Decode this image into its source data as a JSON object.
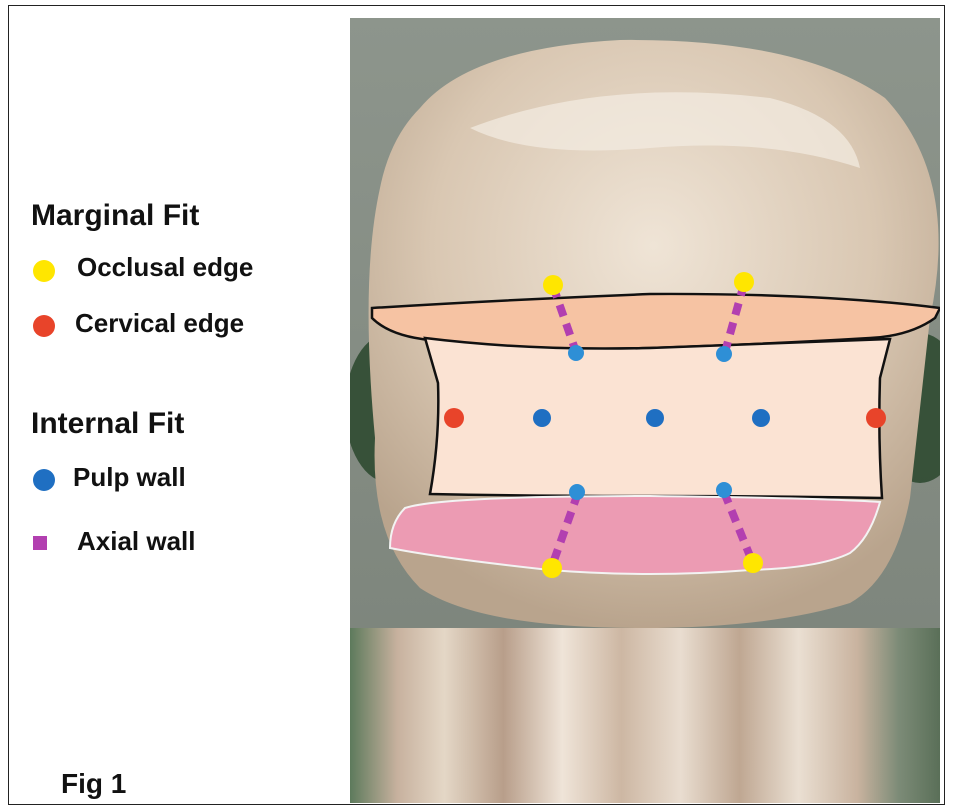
{
  "legend": {
    "marginal_heading": "Marginal  Fit",
    "occlusal_label": "Occlusal edge",
    "cervical_label": "Cervical edge",
    "internal_heading": "Internal Fit",
    "pulp_label": "Pulp wall",
    "axial_label": "Axial wall"
  },
  "figure_label": "Fig 1",
  "colors": {
    "occlusal_edge": "#ffe600",
    "cervical_edge": "#e8442a",
    "pulp_wall": "#1f6fc2",
    "axial_wall": "#b23fb0",
    "upper_band": "#f6c3a3",
    "middle_band": "#fbe3d3",
    "lower_band": "#ec9bb3"
  },
  "icons": [
    "yellow-dot-icon",
    "red-dot-icon",
    "blue-dot-icon",
    "purple-square-icon"
  ]
}
